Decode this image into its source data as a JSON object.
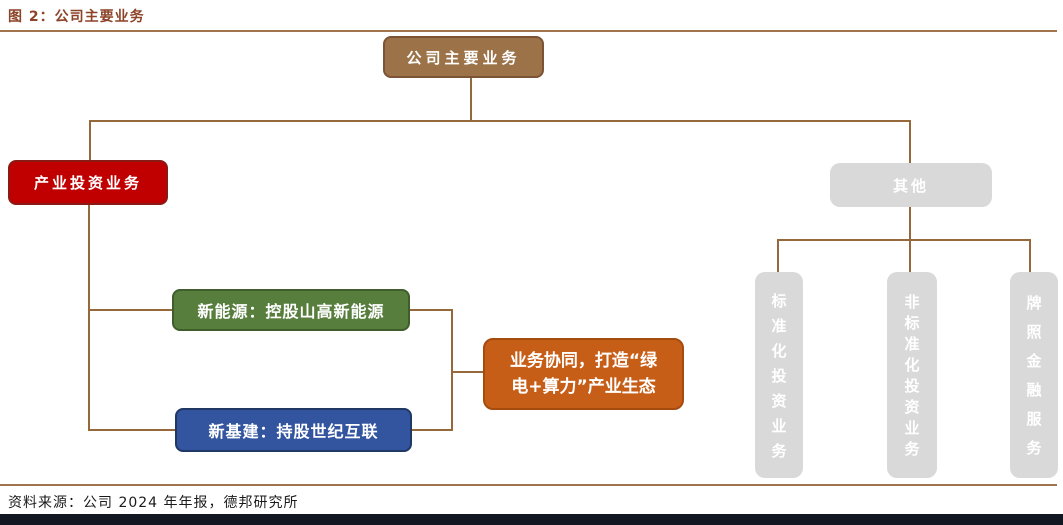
{
  "figure": {
    "title": "图 2：公司主要业务",
    "source": "资料来源：公司 2024 年年报，德邦研究所"
  },
  "colors": {
    "title_text": "#8C4327",
    "rule": "#A0744C",
    "connector": "#96693C",
    "root_fill": "#9C7249",
    "industry_fill": "#C00000",
    "new_energy_fill": "#587E3E",
    "new_infra_fill": "#33549E",
    "synergy_fill": "#C75E18",
    "other_fill": "#D9D9D9",
    "node_text": "#FFFFFF",
    "footer_bar": "#121722"
  },
  "nodes": {
    "root": "公司主要业务",
    "industry_investment": "产业投资业务",
    "new_energy": "新能源：控股山高新能源",
    "new_infrastructure": "新基建：持股世纪互联",
    "synergy_line1": "业务协同，打造“绿",
    "synergy_line2": "电+算力”产业生态",
    "others": "其他",
    "standardized_investment": "标准化投资业务",
    "non_standardized_investment": "非标准化投资业务",
    "licensed_financial_services": "牌照金融服务"
  }
}
